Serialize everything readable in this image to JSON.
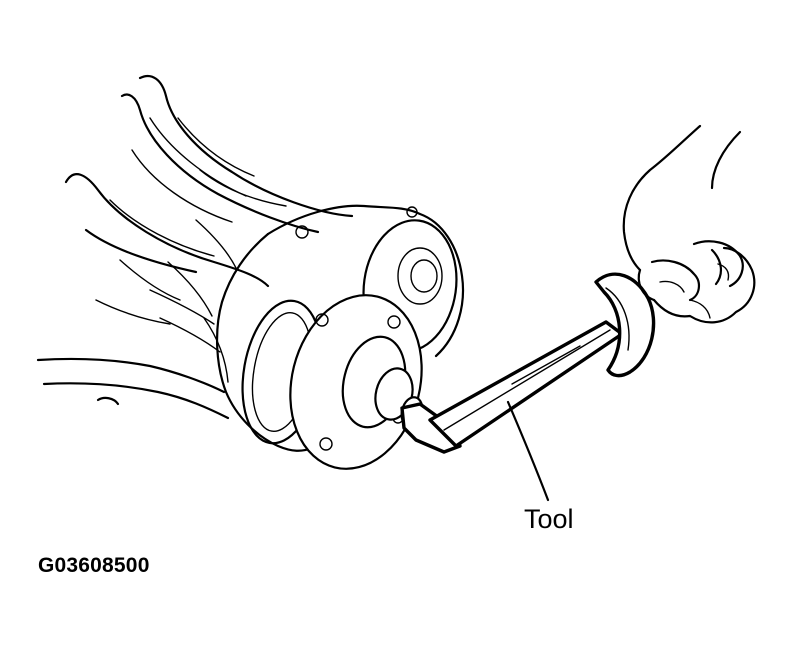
{
  "figure": {
    "callout_label": "Tool",
    "figure_id": "G03608500"
  },
  "colors": {
    "line": "#000000",
    "background": "#ffffff"
  },
  "parts": {
    "housing": "axle-housing",
    "hub": "axle-hub-flange",
    "tool": "t-handle-tool",
    "hand": "hand"
  }
}
